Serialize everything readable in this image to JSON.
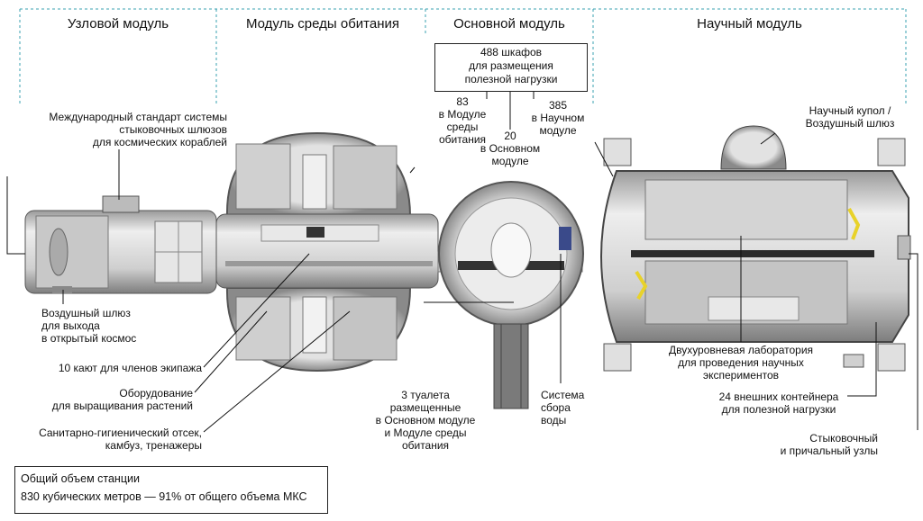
{
  "headers": {
    "node": "Узловой модуль",
    "habitat": "Модуль среды обитания",
    "core": "Основной модуль",
    "science": "Научный модуль"
  },
  "callouts": {
    "racks_total": [
      "488 шкафов",
      "для размещения",
      "полезной нагрузки"
    ],
    "racks_habitat": [
      "83",
      "в Модуле",
      "среды",
      "обитания"
    ],
    "racks_core": [
      "20",
      "в Основном",
      "модуле"
    ],
    "racks_science": [
      "385",
      "в Научном",
      "модуле"
    ],
    "docking_standard": [
      "Международный стандарт системы",
      "стыковочных шлюзов",
      "для космических кораблей"
    ],
    "airlock": [
      "Воздушный шлюз",
      "для выхода",
      "в открытый космос"
    ],
    "cabins": [
      "10 кают  для членов экипажа"
    ],
    "plants": [
      "Оборудование",
      "для выращивания растений"
    ],
    "sanitary": [
      "Санитарно-гигиенический отсек,",
      "камбуз, тренажеры"
    ],
    "toilets": [
      "3 туалета",
      "размещенные",
      "в Основном модуле",
      "и Модуле среды",
      "обитания"
    ],
    "water": [
      "Система",
      "сбора",
      "воды"
    ],
    "cupola": [
      "Научный купол /",
      "Воздушный шлюз"
    ],
    "lab": [
      "Двухуровневая лаборатория",
      "для проведения научных",
      "экспериментов"
    ],
    "containers": [
      "24 внешних контейнера",
      "для полезной нагрузки"
    ],
    "ports": [
      "Стыковочный",
      "и причальный узлы"
    ]
  },
  "summary": {
    "line1": "Общий объем станции",
    "line2": "830 кубических метров — 91% от общего объема МКС"
  },
  "colors": {
    "divider": "#3aa0b0",
    "line": "#111111",
    "module_fill": "#d9d9d9",
    "highlight": "#e8d22a"
  }
}
